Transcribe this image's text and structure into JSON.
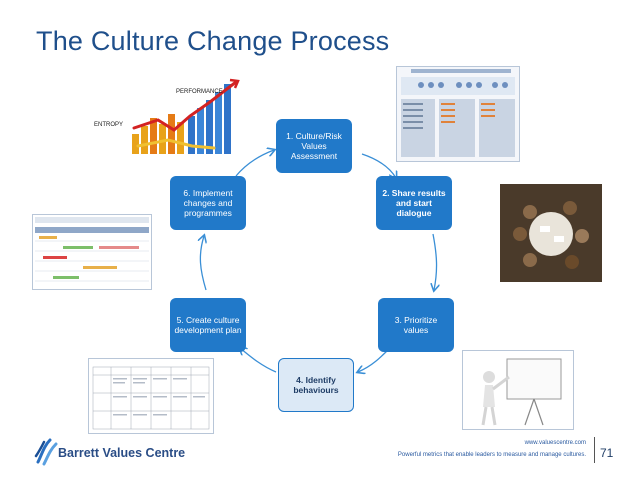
{
  "title": "The Culture Change Process",
  "steps": [
    {
      "label": "1. Culture/Risk Values Assessment"
    },
    {
      "label": "2. Share results and start dialogue"
    },
    {
      "label": "3. Prioritize values"
    },
    {
      "label": "4. Identify behaviours"
    },
    {
      "label": "5. Create culture development plan"
    },
    {
      "label": "6. Implement changes and programmes"
    }
  ],
  "chart_image": {
    "performance_label": "PERFORMANCE",
    "entropy_label": "ENTROPY"
  },
  "footer": {
    "logo_text": "Barrett Values Centre",
    "url": "www.valuescentre.com",
    "tagline": "Powerful metrics that enable leaders to measure and manage cultures.",
    "page_number": "71"
  },
  "colors": {
    "accent": "#2179c9",
    "title": "#1f4f8b",
    "highlight_bg": "#dce9f6"
  }
}
